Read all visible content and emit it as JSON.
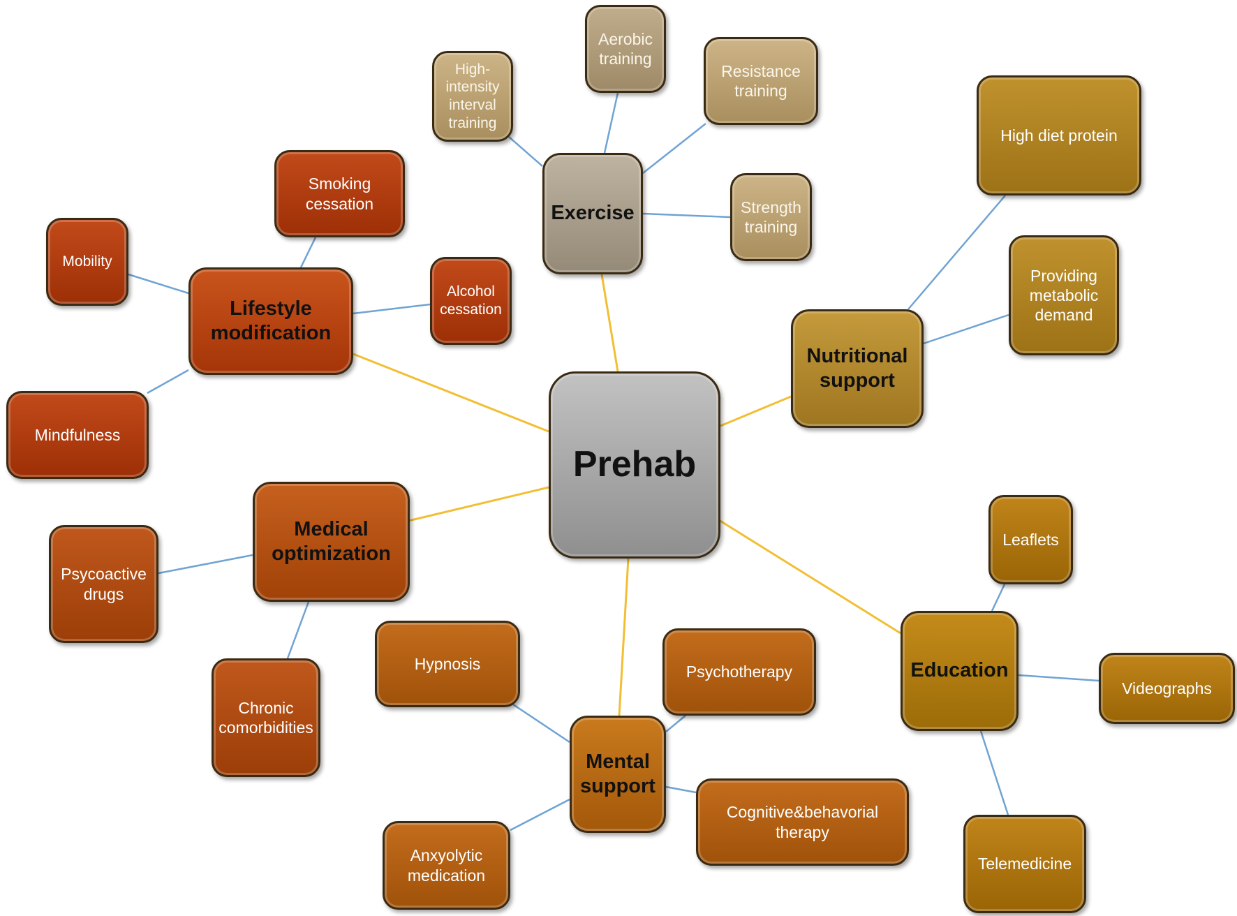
{
  "colors": {
    "center": "#a3a3a3",
    "exercise_hub": "#a69b88",
    "exercise_leaf": "#bca373",
    "nutrition": "#b2882a",
    "education": "#b07b12",
    "lifestyle": "#b94210",
    "medical": "#b54d0f",
    "mental": "#b9650f",
    "link_primary": "#f2be34",
    "link_secondary": "#6fa3d4"
  },
  "nodes": {
    "prehab": "Prehab",
    "exercise": "Exercise",
    "hiit": "High-\nintensity\ninterval\ntraining",
    "aerobic": "Aerobic\ntraining",
    "resistance": "Resistance\ntraining",
    "strength": "Strength\ntraining",
    "nutritional": "Nutritional\nsupport",
    "high_protein": "High diet protein",
    "metabolic": "Providing\nmetabolic\ndemand",
    "education": "Education",
    "leaflets": "Leaflets",
    "videographs": "Videographs",
    "telemedicine": "Telemedicine",
    "mental": "Mental\nsupport",
    "psychotherapy": "Psychotherapy",
    "hypnosis": "Hypnosis",
    "cbt": "Cognitive&behavorial\ntherapy",
    "anxyolytic": "Anxyolytic\nmedication",
    "medical": "Medical\noptimization",
    "psycoactive": "Psycoactive\ndrugs",
    "chronic": "Chronic\ncomorbidities",
    "lifestyle": "Lifestyle\nmodification",
    "smoking": "Smoking\ncessation",
    "mobility": "Mobility",
    "alcohol": "Alcohol\ncessation",
    "mindfulness": "Mindfulness"
  }
}
